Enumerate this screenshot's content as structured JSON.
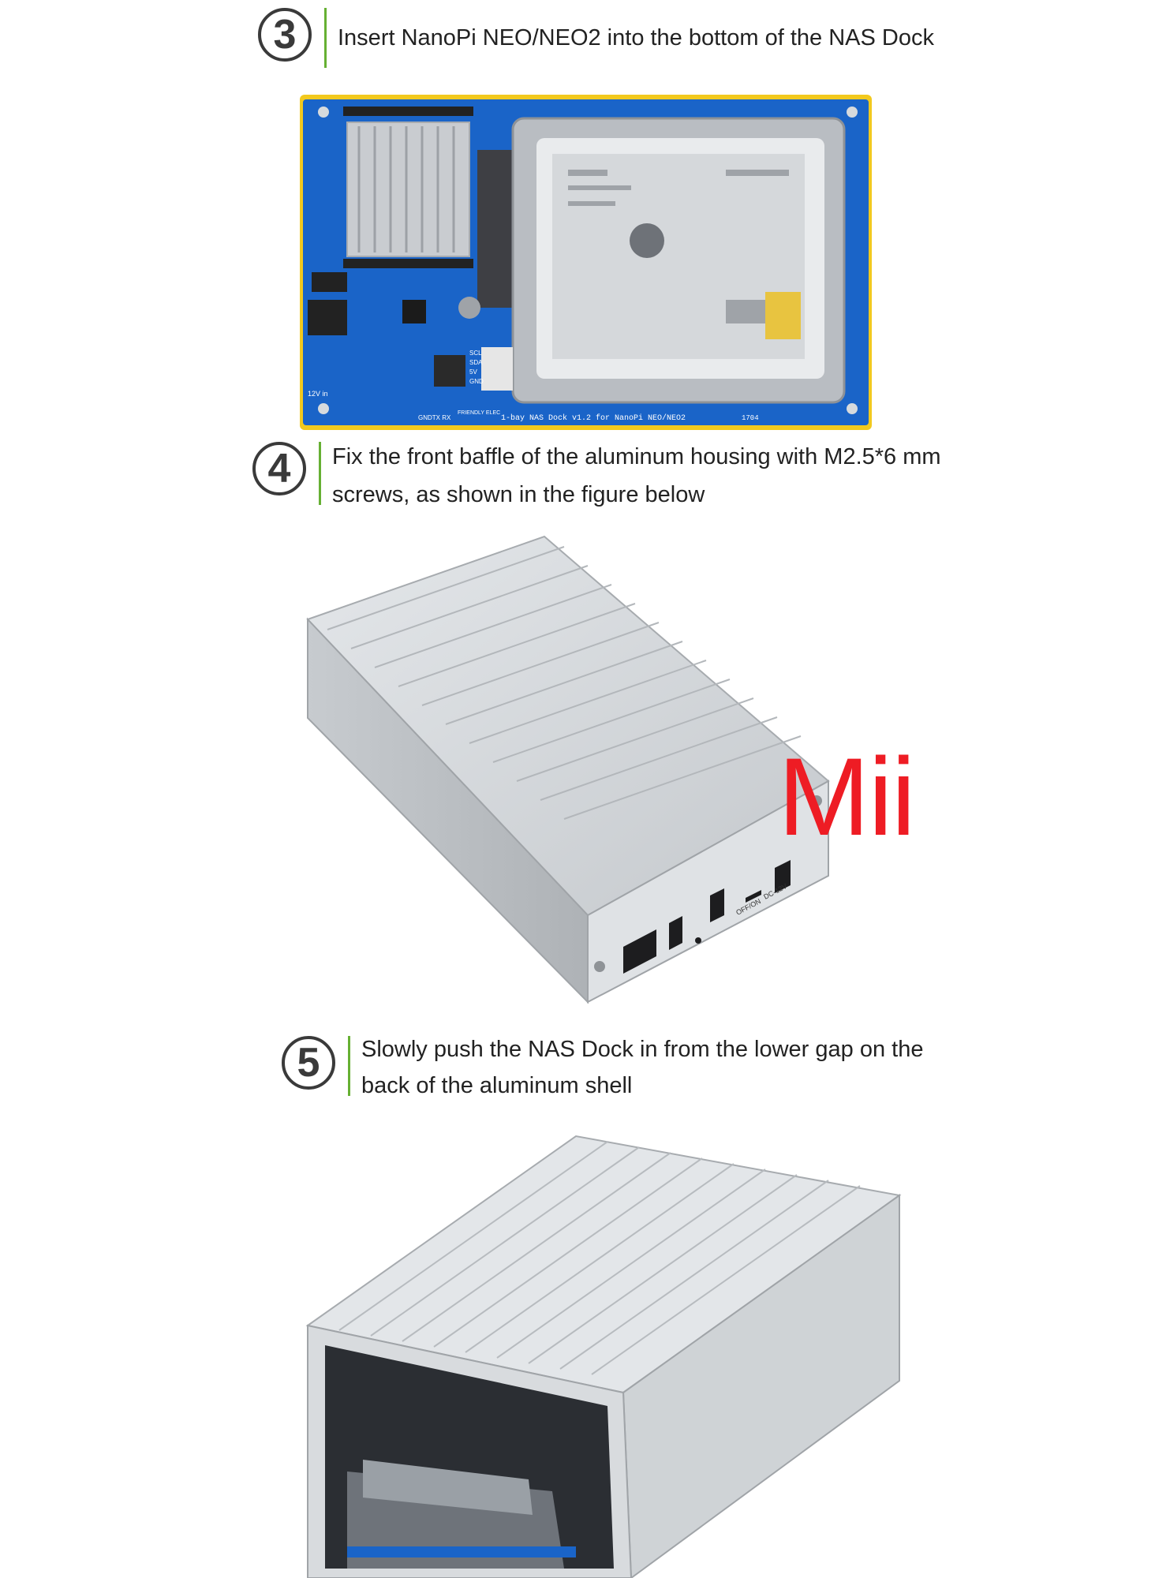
{
  "steps": [
    {
      "number": "3",
      "text": "Insert NanoPi NEO/NEO2 into the bottom of the NAS Dock"
    },
    {
      "number": "4",
      "text": "Fix the front baffle of the aluminum housing with M2.5*6 mm screws, as shown in the figure below"
    },
    {
      "number": "5",
      "text": "Slowly push the NAS Dock in from the lower gap on the back of the aluminum shell"
    }
  ],
  "board": {
    "silkscreen": "1-bay NAS Dock v1.2 for NanoPi NEO/NEO2",
    "silkscreen_code": "1704",
    "brand": "FRIENDLY ELEC",
    "label_power": "12V in",
    "label_uart": "GNDTX RX",
    "pins": [
      "SCL",
      "SDA",
      "5V",
      "GND"
    ]
  },
  "housing": {
    "port_label_power": "DC-12V",
    "port_label_switch": "OFF/ON"
  },
  "watermark": "Mii",
  "colors": {
    "accent_bar": "#66b033",
    "circle": "#3a3a3a",
    "pcb_blue": "#1a64c8",
    "pcb_edge": "#f2c91e",
    "aluminum": "#d6dadd",
    "watermark": "#ee1c24"
  }
}
